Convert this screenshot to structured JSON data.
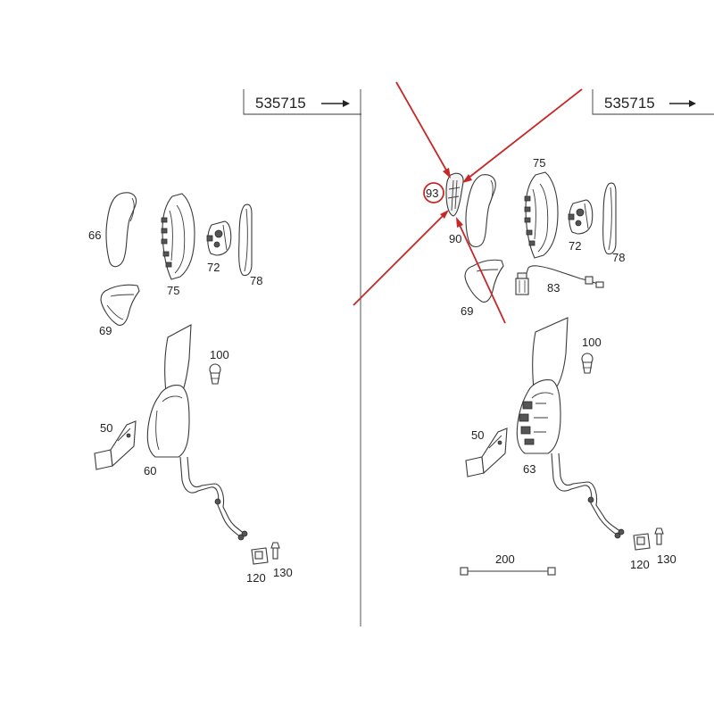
{
  "left_panel": {
    "serial": "535715",
    "labels": {
      "p66": "66",
      "p75": "75",
      "p72": "72",
      "p78": "78",
      "p69": "69",
      "p100": "100",
      "p50": "50",
      "p60": "60",
      "p120": "120",
      "p130": "130"
    }
  },
  "right_panel": {
    "serial": "535715",
    "labels": {
      "p75": "75",
      "p93": "93",
      "p90": "90",
      "p72": "72",
      "p78": "78",
      "p83": "83",
      "p69": "69",
      "p100": "100",
      "p50": "50",
      "p63": "63",
      "p120": "120",
      "p130": "130",
      "p200": "200"
    }
  },
  "highlight": {
    "part": "93",
    "color": "#c62828"
  }
}
